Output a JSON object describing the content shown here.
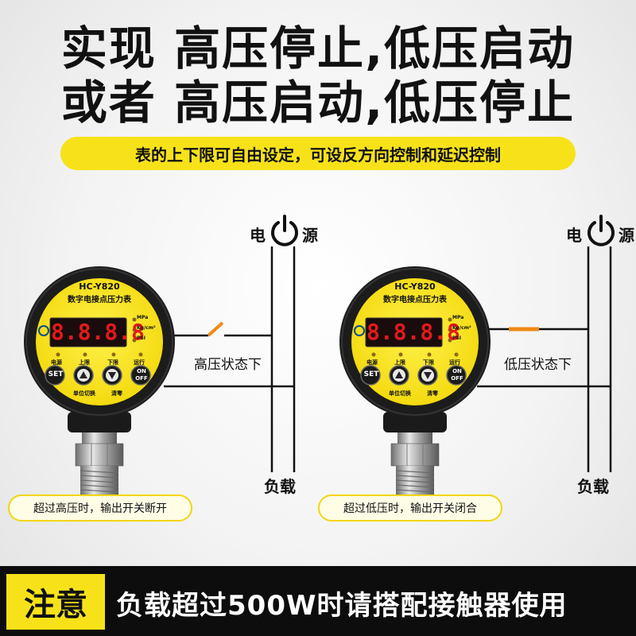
{
  "headline": {
    "line1": "实现 高压停止,低压启动",
    "line2": "或者 高压启动,低压停止"
  },
  "subtitle": "表的上下限可自由设定，可设反方向控制和延迟控制",
  "power": {
    "left_char": "电",
    "right_char": "源",
    "icon": "power-icon"
  },
  "load_label": "负载",
  "gauge": {
    "model": "HC-Y820",
    "name": "数字电接点压力表",
    "units": [
      "MPa",
      "Kg/cm²",
      "PSI"
    ],
    "indicators": [
      "电源",
      "上限",
      "下限",
      "运行"
    ],
    "buttons": {
      "set": "SET",
      "onoff_top": "ON",
      "onoff_bottom": "OFF"
    },
    "bottom_labels": [
      "单位切换",
      "清零"
    ],
    "display": "8.8.8.8"
  },
  "panels": [
    {
      "state": "高压状态下",
      "note": "超过高压时，输出开关断开",
      "switch": "open"
    },
    {
      "state": "低压状态下",
      "note": "超过低压时，输出开关闭合",
      "switch": "closed"
    }
  ],
  "notice": {
    "tag": "注意",
    "text": "负载超过500W时请搭配接触器使用"
  },
  "colors": {
    "accent_yellow": "#f7e21a",
    "display_red": "#e11a1a",
    "wire_orange": "#f08a14"
  }
}
